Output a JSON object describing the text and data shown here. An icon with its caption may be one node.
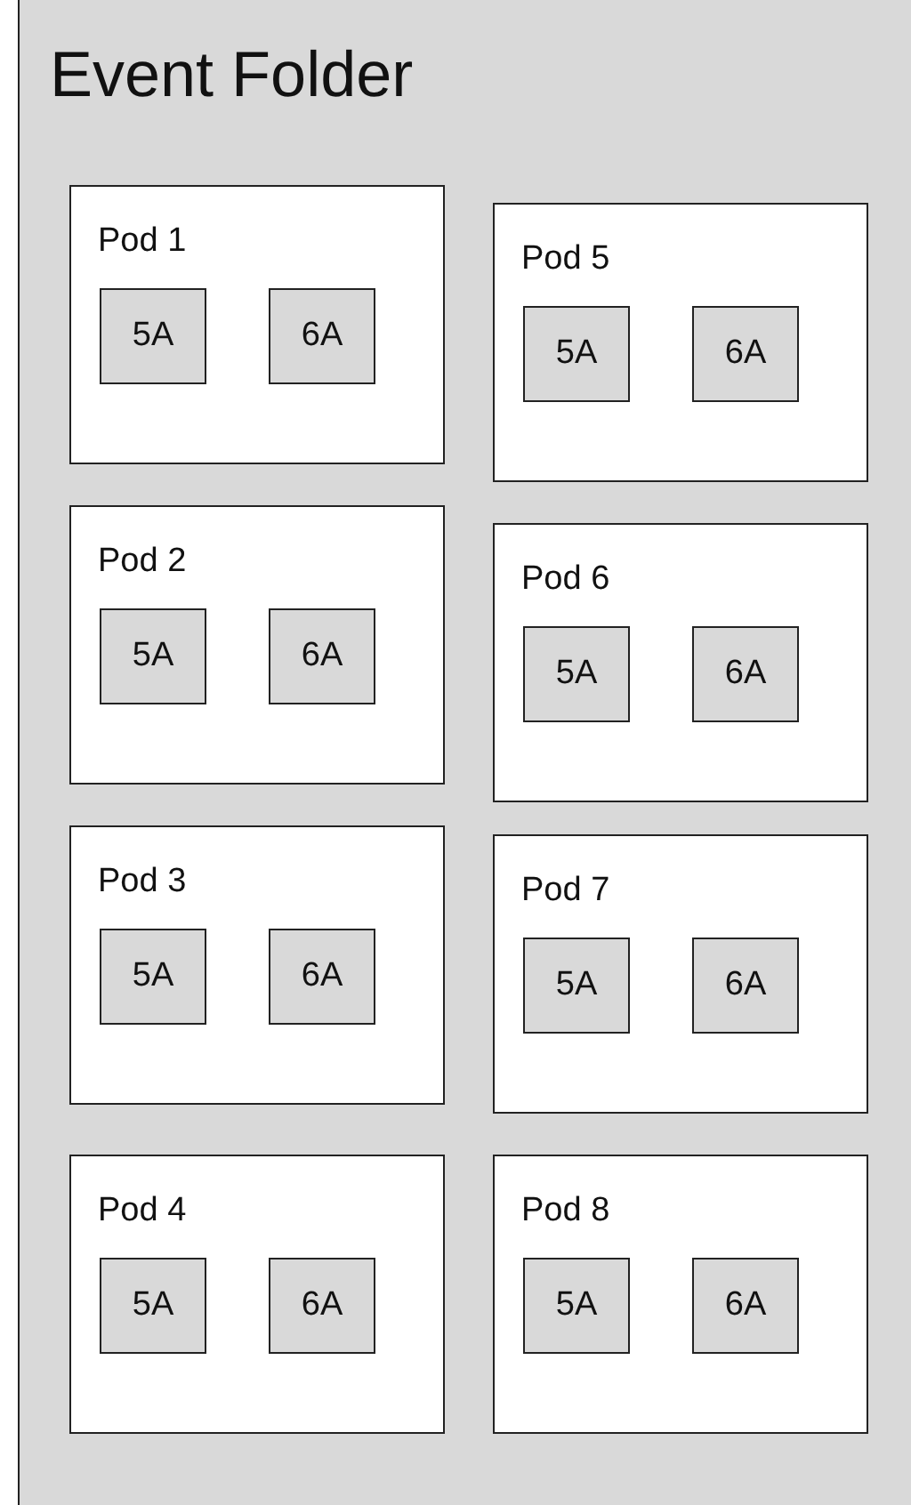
{
  "diagram": {
    "nodes": [
      {
        "text": [
          "Event Folder"
        ]
      },
      {
        "text": [
          "Pod 1"
        ],
        "in": 0
      },
      {
        "text": [
          "5A"
        ],
        "in": 1
      },
      {
        "text": [
          "6A"
        ],
        "in": 1
      },
      {
        "text": [
          "Pod 2"
        ],
        "in": 0
      },
      {
        "text": [
          "5A"
        ],
        "in": 4
      },
      {
        "text": [
          "6A"
        ],
        "in": 4
      },
      {
        "text": [
          "Pod 3"
        ],
        "in": 0
      },
      {
        "text": [
          "5A"
        ],
        "in": 7
      },
      {
        "text": [
          "6A"
        ],
        "in": 7
      },
      {
        "text": [
          "Pod 4"
        ],
        "in": 0
      },
      {
        "text": [
          "5A"
        ],
        "in": 10
      },
      {
        "text": [
          "6A"
        ],
        "in": 10
      },
      {
        "text": [
          "Pod 5"
        ],
        "in": 0
      },
      {
        "text": [
          "5A"
        ],
        "in": 13
      },
      {
        "text": [
          "6A"
        ],
        "in": 13
      },
      {
        "text": [
          "Pod 6"
        ],
        "in": 0
      },
      {
        "text": [
          "5A"
        ],
        "in": 16
      },
      {
        "text": [
          "6A"
        ],
        "in": 16
      },
      {
        "text": [
          "Pod 7"
        ],
        "in": 0
      },
      {
        "text": [
          "5A"
        ],
        "in": 19
      },
      {
        "text": [
          "6A"
        ],
        "in": 19
      },
      {
        "text": [
          "Pod 8"
        ],
        "in": 0
      },
      {
        "text": [
          "5A"
        ],
        "in": 22
      },
      {
        "text": [
          "6A"
        ],
        "in": 22
      }
    ]
  }
}
